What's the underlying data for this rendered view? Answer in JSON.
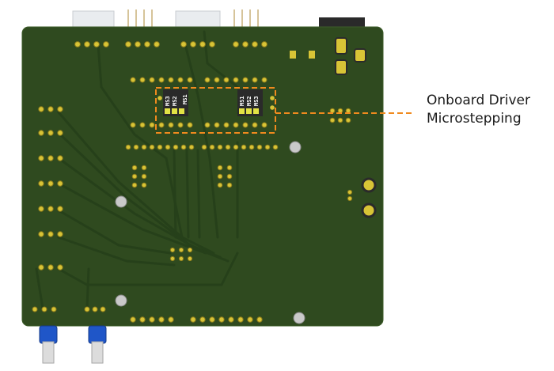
{
  "callout": {
    "line1": "Onboard Driver",
    "line2": "Microstepping"
  },
  "silkscreen": {
    "ms1_left": "MS1",
    "ms2_left": "MS2",
    "ms3_left": "MS3",
    "ms1_right": "MS1",
    "ms2_right": "MS2",
    "ms3_right": "MS3"
  },
  "colors": {
    "board": "#2f4a1f",
    "board_dark": "#243a17",
    "pad": "#d8c436",
    "highlight": "#f08a1e",
    "connector_blue": "#1f56c8"
  }
}
